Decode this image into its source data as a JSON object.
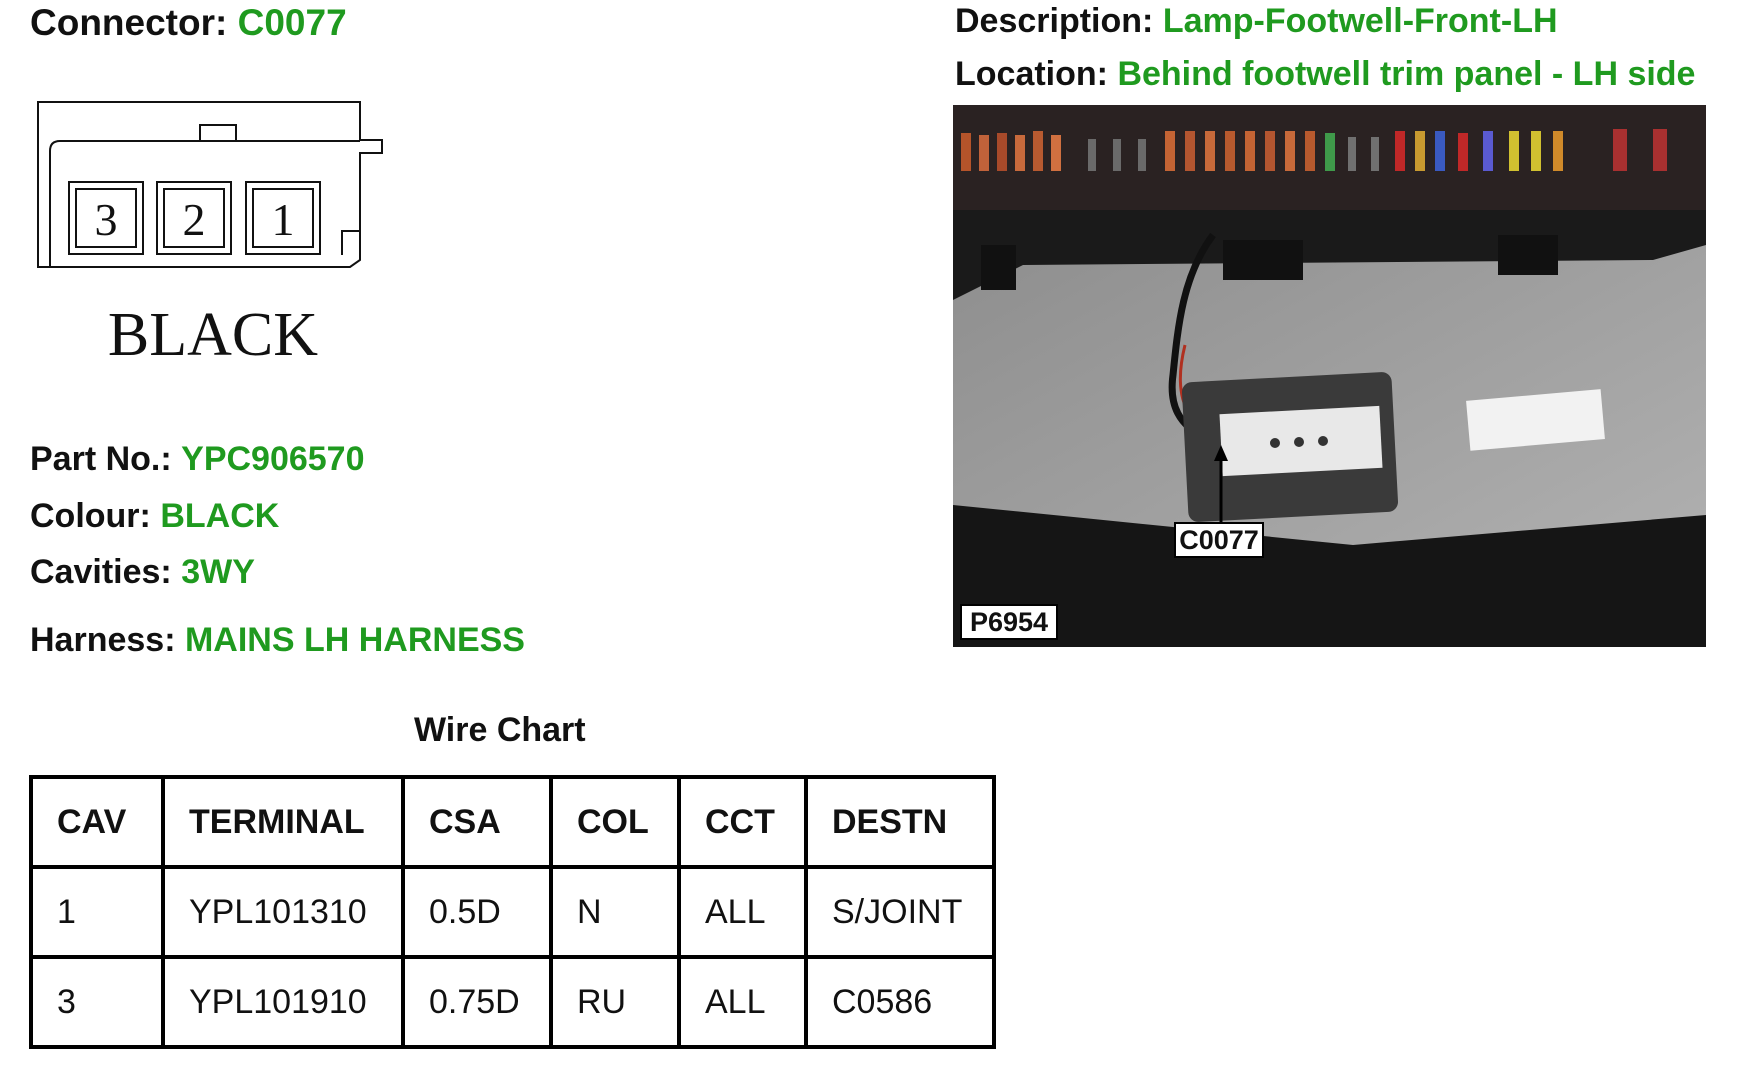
{
  "connector": {
    "label": "Connector:",
    "value": "C0077"
  },
  "description": {
    "label": "Description:",
    "value": "Lamp-Footwell-Front-LH"
  },
  "location": {
    "label": "Location:",
    "value": "Behind footwell trim panel - LH side"
  },
  "part_no": {
    "label": "Part No.:",
    "value": "YPC906570"
  },
  "colour": {
    "label": "Colour:",
    "value": "BLACK"
  },
  "cavities": {
    "label": "Cavities:",
    "value": "3WY"
  },
  "harness": {
    "label": "Harness:",
    "value": "MAINS LH HARNESS"
  },
  "diagram": {
    "pins": [
      "3",
      "2",
      "1"
    ],
    "colour_label": "BLACK"
  },
  "photo": {
    "ref_code": "P6954",
    "callout": "C0077"
  },
  "wire_chart": {
    "title": "Wire Chart",
    "headers": [
      "CAV",
      "TERMINAL",
      "CSA",
      "COL",
      "CCT",
      "DESTN"
    ],
    "rows": [
      [
        "1",
        "YPL101310",
        "0.5D",
        "N",
        "ALL",
        "S/JOINT"
      ],
      [
        "3",
        "YPL101910",
        "0.75D",
        "RU",
        "ALL",
        "C0586"
      ]
    ]
  },
  "colors": {
    "value_green": "#1f9a1f"
  }
}
